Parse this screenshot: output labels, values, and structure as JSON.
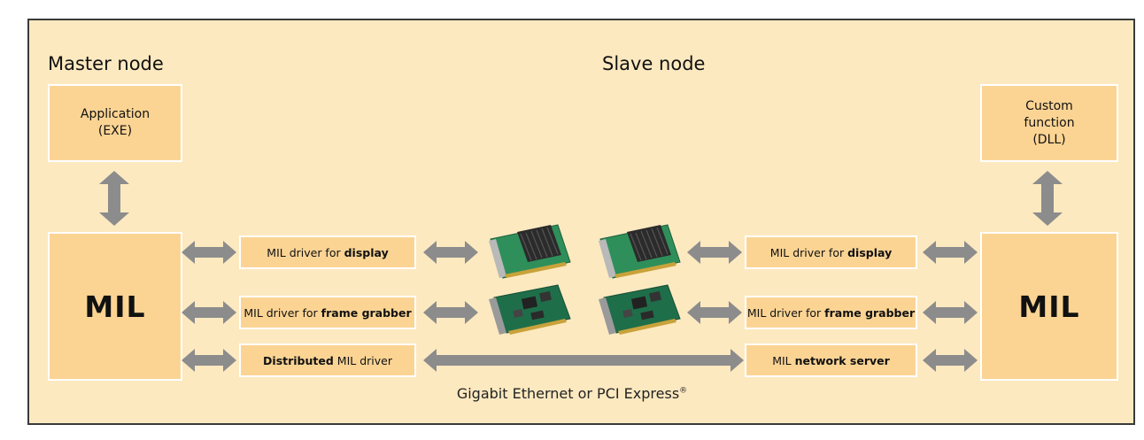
{
  "headings": {
    "master": "Master node",
    "slave": "Slave node"
  },
  "master": {
    "application_line1": "Application",
    "application_line2": "(EXE)",
    "mil": "MIL"
  },
  "slave": {
    "custom_line1": "Custom",
    "custom_line2": "function",
    "custom_line3": "(DLL)",
    "mil": "MIL"
  },
  "drivers_left": {
    "display_prefix": "MIL driver for ",
    "display_bold": "display",
    "grabber_prefix": "MIL driver for ",
    "grabber_bold": "frame grabber",
    "distributed_bold": "Distributed",
    "distributed_suffix": " MIL driver"
  },
  "drivers_right": {
    "display_prefix": "MIL driver for ",
    "display_bold": "display",
    "grabber_prefix": "MIL driver for ",
    "grabber_bold": "frame grabber",
    "server_prefix": "MIL ",
    "server_bold": "network server"
  },
  "bus": {
    "label": "Gigabit Ethernet or PCI Express",
    "mark": "®"
  },
  "colors": {
    "panel": "#fde9c0",
    "box": "#fbd494",
    "arrow": "#8c8c8c"
  }
}
